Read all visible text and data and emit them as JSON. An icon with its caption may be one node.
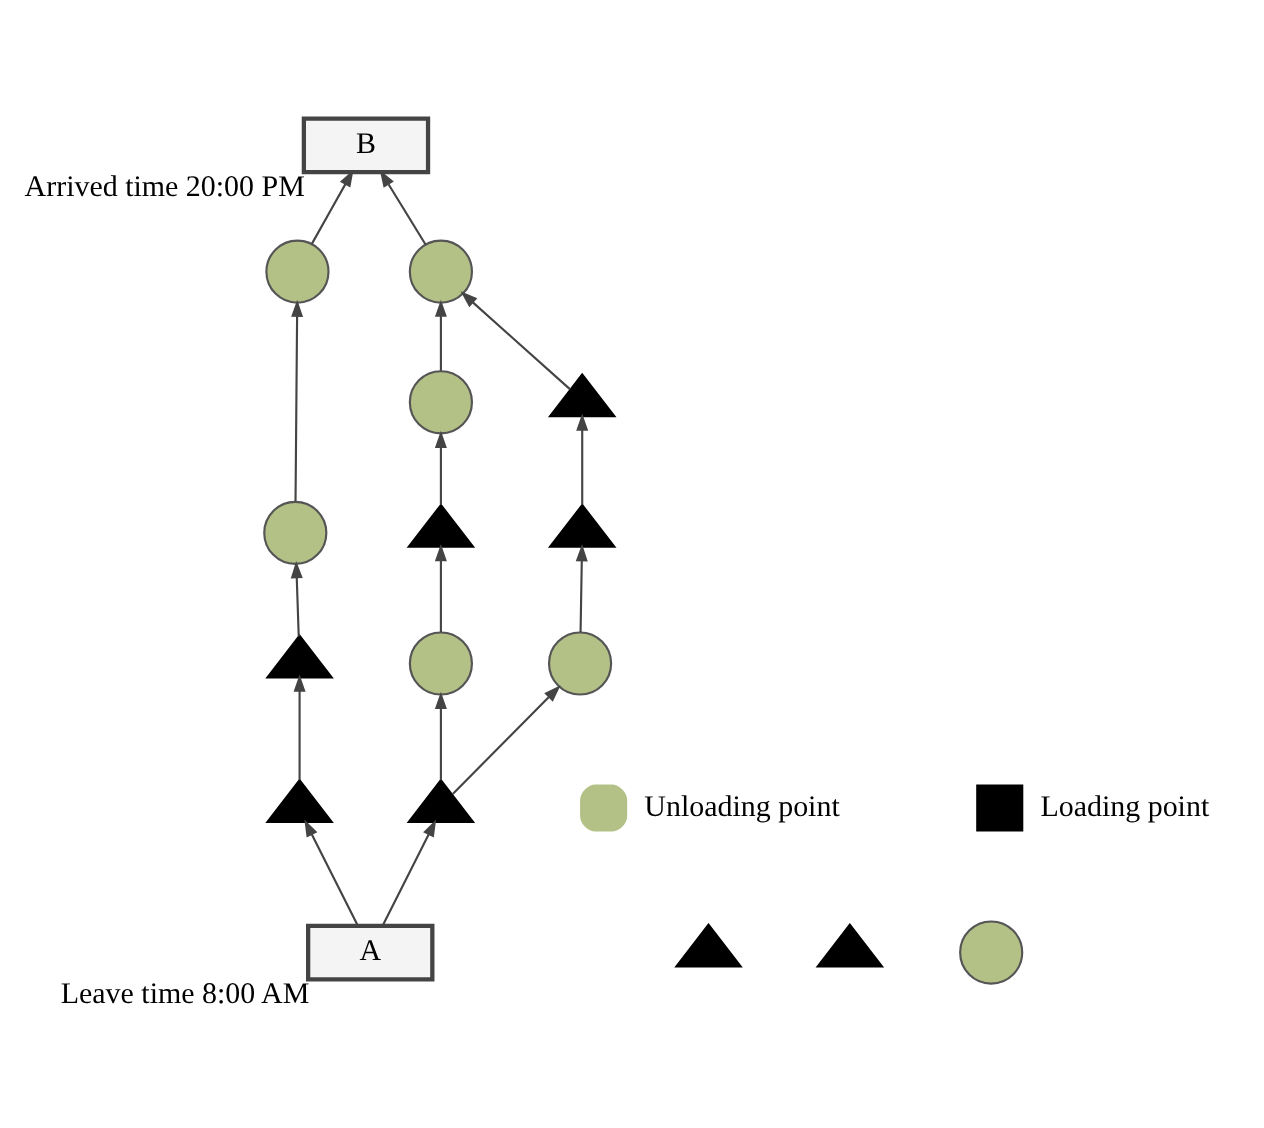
{
  "diagram": {
    "nodes": [
      {
        "text": [
          "B"
        ],
        "beside": [
          "Arrived time 20:00 PM"
        ]
      },
      {
        "text": [],
        "shape": "circle"
      },
      {
        "text": [],
        "shape": "circle"
      },
      {
        "text": [],
        "shape": "circle"
      },
      {
        "text": [],
        "shape": "circle"
      },
      {
        "text": [],
        "shape": "triangle"
      },
      {
        "text": [],
        "shape": "triangle"
      },
      {
        "text": [],
        "shape": "triangle"
      },
      {
        "text": [],
        "shape": "triangle"
      },
      {
        "text": [],
        "shape": "triangle"
      },
      {
        "text": [],
        "shape": "triangle"
      },
      {
        "text": [],
        "shape": "circle"
      },
      {
        "text": [],
        "shape": "circle"
      },
      {
        "text": [],
        "shape": "triangle"
      },
      {
        "text": [],
        "shape": "triangle"
      },
      {
        "text": [
          "A"
        ],
        "beside": [
          "Leave time 8:00 AM"
        ]
      },
      {
        "text": [],
        "shape": "circle"
      }
    ],
    "edges": [
      {
        "from": 15,
        "to": 10,
        "arrow": "to"
      },
      {
        "from": 10,
        "to": 7,
        "arrow": "to"
      },
      {
        "from": 7,
        "to": 3,
        "arrow": "to"
      },
      {
        "from": 3,
        "to": 1,
        "arrow": "to"
      },
      {
        "from": 1,
        "to": 0,
        "arrow": "to"
      },
      {
        "from": 15,
        "to": 13,
        "arrow": "to"
      },
      {
        "from": 13,
        "to": 11,
        "arrow": "to"
      },
      {
        "from": 11,
        "to": 8,
        "arrow": "to"
      },
      {
        "from": 8,
        "to": 4,
        "arrow": "to"
      },
      {
        "from": 4,
        "to": 2,
        "arrow": "to"
      },
      {
        "from": 2,
        "to": 0,
        "arrow": "to"
      },
      {
        "from": 13,
        "to": 12,
        "arrow": "to"
      },
      {
        "from": 12,
        "to": 9,
        "arrow": "to"
      },
      {
        "from": 9,
        "to": 6,
        "arrow": "to"
      },
      {
        "from": 6,
        "to": 2,
        "arrow": "to"
      }
    ],
    "legend": [
      {
        "text": "Unloading point"
      },
      {
        "text": "Loading point"
      }
    ]
  }
}
